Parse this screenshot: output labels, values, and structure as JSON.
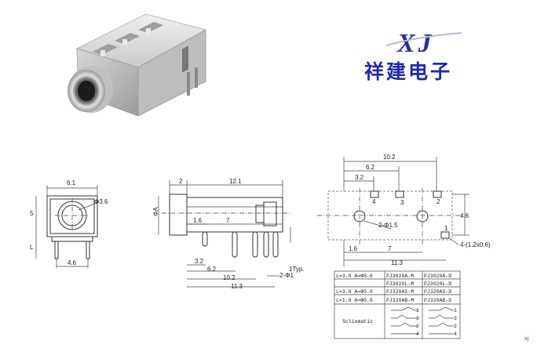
{
  "brand": {
    "logo_letters": "XJ",
    "company_name": "祥建电子",
    "logo_color": "#2a2fa0",
    "name_color": "#1f2ab0"
  },
  "views": {
    "front": {
      "width": "6.1",
      "height": "5",
      "hole": "Φ3.6",
      "l_label": "L",
      "pin_pitch": "4.6"
    },
    "side": {
      "top_left": "2",
      "top_total": "12.1",
      "phi_a": "ΦA",
      "d1": "1.6",
      "d2": "7",
      "b1": "3.2",
      "b2": "6.2",
      "b3": "10.2",
      "b4": "11.3",
      "typ": "1Typ.",
      "pin_dia": "2-Φ1"
    },
    "top": {
      "w1": "10.2",
      "w2": "6.2",
      "w3": "3.2",
      "pin4": "4",
      "pin3": "3",
      "pin2": "2",
      "pin1": "1",
      "hole": "2-Φ1.5",
      "height": "4.6",
      "b1": "1.6",
      "b2": "7",
      "b3": "11.3",
      "slot": "4-(1.2x0.6)"
    }
  },
  "table": {
    "rows": [
      {
        "spec": "L=3.0  A=Φ5.6",
        "part_m": "PJ3020A-M",
        "part_d": "PJ3020A-D"
      },
      {
        "spec": "",
        "part_m": "PJ3020L-M",
        "part_d": "PJ3020L-D"
      },
      {
        "spec": "L=3.0  A=Φ5.0",
        "part_m": "PJ320AS-M",
        "part_d": "PJ320AS-D"
      },
      {
        "spec": "L=1.8  A=Φ5.6",
        "part_m": "PJ320AB-M",
        "part_d": "PJ320AB-D"
      }
    ],
    "schematic_label": "Scliematic",
    "schem_pins": [
      "1",
      "3",
      "2",
      "4"
    ]
  },
  "footer": "xj"
}
